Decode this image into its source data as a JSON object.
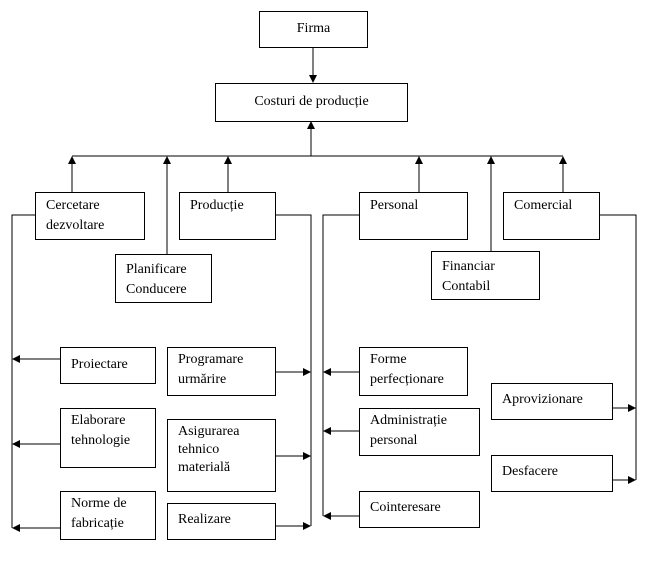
{
  "diagram": {
    "root": "Firma",
    "costs": "Costuri de producție",
    "departments": {
      "cercetare": "Cercetare\ndezvoltare",
      "productie": "Producție",
      "planificare": "Planificare\nConducere",
      "personal": "Personal",
      "comercial": "Comercial",
      "financiar": "Financiar\nContabil"
    },
    "subitems": {
      "proiectare": "Proiectare",
      "elaborare": "Elaborare\ntehnologie",
      "norme": "Norme de\nfabricație",
      "programare": "Programare\nurmărire",
      "asigurarea": "Asigurarea\ntehnico\nmaterială",
      "realizare": "Realizare",
      "forme": "Forme\nperfecționare",
      "administratie": "Administrație\npersonal",
      "cointeresare": "Cointeresare",
      "aprovizionare": "Aprovizionare",
      "desfacere": "Desfacere"
    }
  }
}
